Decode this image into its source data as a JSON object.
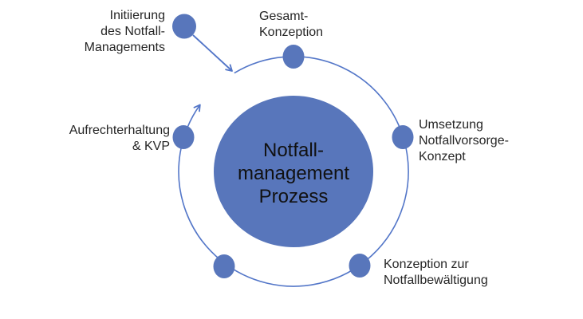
{
  "diagram": {
    "center_label": {
      "lines": [
        "Notfall-",
        "management",
        "Prozess"
      ]
    },
    "steps": [
      {
        "name": "initiierung",
        "lines": [
          "Initiierung",
          "des Notfall-",
          "Managements"
        ]
      },
      {
        "name": "gesamt-konzeption",
        "lines": [
          "Gesamt-",
          "Konzeption"
        ]
      },
      {
        "name": "umsetzung-notfallvorsorge-konzept",
        "lines": [
          "Umsetzung",
          "Notfallvorsorge-",
          "Konzept"
        ]
      },
      {
        "name": "konzeption-zur-notfallbewaeltigung",
        "lines": [
          "Konzeption zur",
          "Notfallbewältigung"
        ]
      },
      {
        "name": "aufrechterhaltung-kvp",
        "lines": [
          "Aufrechterhaltung",
          "& KVP"
        ]
      }
    ],
    "colors": {
      "shape_fill": "#5876bb",
      "line_stroke": "#5376c8",
      "label_text": "#262626",
      "center_text": "#111111",
      "background": "#ffffff"
    }
  }
}
